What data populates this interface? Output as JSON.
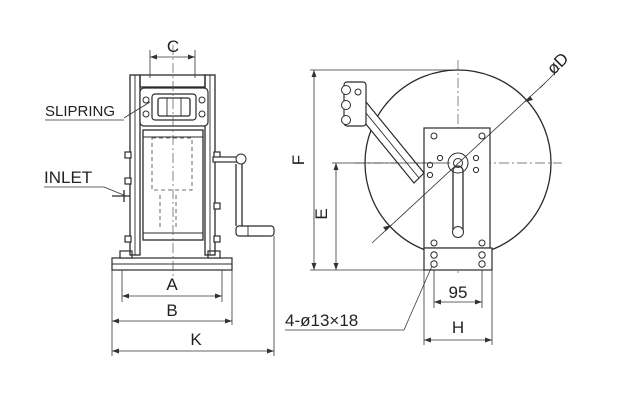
{
  "labels": {
    "c": "C",
    "slipring": "SLIPRING",
    "inlet": "INLET",
    "a": "A",
    "b": "B",
    "k": "K",
    "d": "øD",
    "f": "F",
    "e": "E",
    "ninety_five": "95",
    "bolt_holes": "4-ø13×18",
    "h": "H"
  }
}
